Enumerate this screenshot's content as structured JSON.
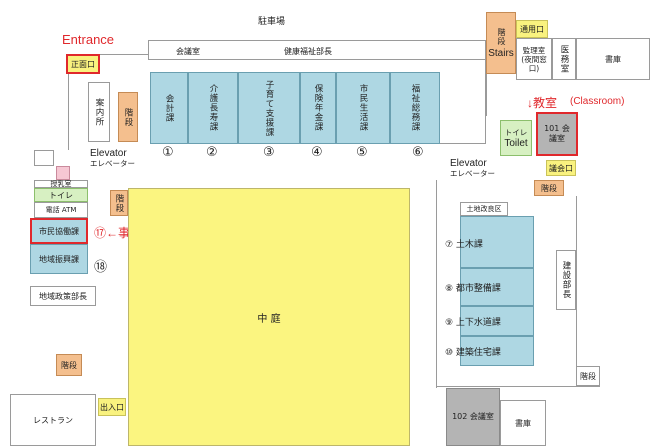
{
  "parking": "駐車場",
  "entrance": {
    "en": "Entrance",
    "jp": "正面口"
  },
  "top_rooms": {
    "conference": "会議室",
    "welfare_director": "健康福祉部長",
    "stairs_jp": "階段",
    "stairs_en": "Stairs",
    "service_entrance": "通用口",
    "audit_office": "監理室(夜間窓口)",
    "medical": "医務室",
    "archive": "書庫"
  },
  "info_desk": "案内所",
  "stairs_left": "階段",
  "divisions": [
    {
      "num": "①",
      "name": "会計課"
    },
    {
      "num": "②",
      "name": "介護長寿課"
    },
    {
      "num": "③",
      "name": "子育て支援課"
    },
    {
      "num": "④",
      "name": "保険年金課"
    },
    {
      "num": "⑤",
      "name": "市民生活課"
    },
    {
      "num": "⑥",
      "name": "福祉総務課"
    }
  ],
  "classroom": {
    "title": "↓教室",
    "en": "(Classroom)",
    "room": "101 会議室"
  },
  "toilet": {
    "jp": "トイレ",
    "en": "Toilet"
  },
  "elevator_left": {
    "en": "Elevator",
    "jp": "エレベーター"
  },
  "elevator_right": {
    "en": "Elevator",
    "jp": "エレベーター"
  },
  "reception": "議会口",
  "stairs_right": "階段",
  "left_column": {
    "nursing": "授乳室",
    "toilet": "トイレ",
    "phone_atm": "電話 ATM",
    "stairs": "階段",
    "office_label": "⑰←事務局 (Office)",
    "civic_coop": "市民協働課",
    "regional_promo": "地域振興課",
    "num18": "⑱",
    "regional_policy": "地域政策部長",
    "stairs_bottom": "階段"
  },
  "courtyard": "中 庭",
  "right_column": {
    "land_reform": "土地改良区",
    "civil_eng": "⑦ 土木課",
    "urban": "⑧ 都市整備課",
    "water": "⑨ 上下水道課",
    "housing": "⑩ 建築住宅課",
    "construction_director": "建設部長",
    "stairs": "階段"
  },
  "bottom": {
    "restaurant": "レストラン",
    "exit": "出入口",
    "conf102": "102 会議室",
    "archive": "書庫"
  }
}
